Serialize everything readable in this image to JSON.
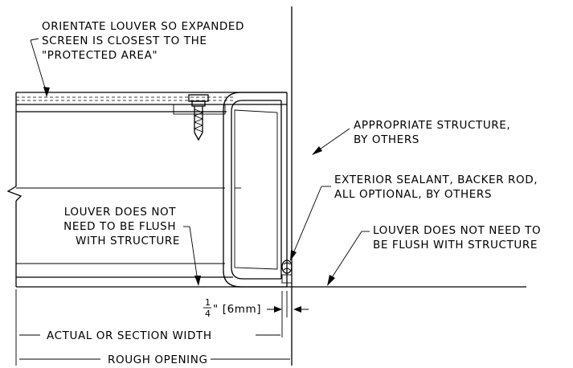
{
  "notes": {
    "orientate": [
      "ORIENTATE LOUVER SO EXPANDED",
      "SCREEN IS CLOSEST TO THE",
      "\"PROTECTED AREA\""
    ],
    "structure": [
      "APPROPRIATE STRUCTURE,",
      "BY OTHERS"
    ],
    "sealant": [
      "EXTERIOR SEALANT, BACKER ROD,",
      "ALL OPTIONAL, BY OTHERS"
    ],
    "flush_left": [
      "LOUVER DOES NOT",
      "NEED TO BE FLUSH",
      "WITH STRUCTURE"
    ],
    "flush_right": [
      "LOUVER DOES NOT NEED TO",
      "BE FLUSH WITH STRUCTURE"
    ]
  },
  "dimensions": {
    "gap_fraction_numerator": "1",
    "gap_fraction_denominator": "4",
    "gap_suffix": "\" [6mm]",
    "actual_width": "ACTUAL OR SECTION WIDTH",
    "rough_opening": "ROUGH OPENING"
  }
}
